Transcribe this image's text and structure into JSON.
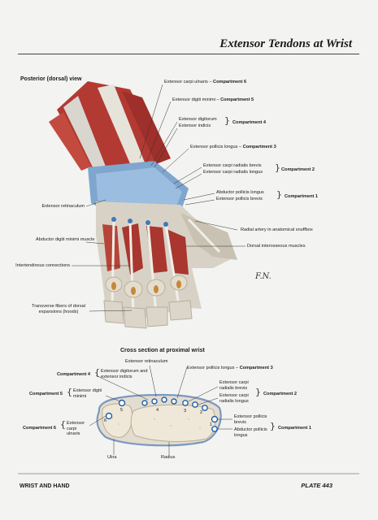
{
  "title": "Extensor Tendons at Wrist",
  "views": {
    "posterior": "Posterior (dorsal) view",
    "cross": "Cross section at proximal wrist"
  },
  "posterior_labels": {
    "ecu": "Extensor carpi ulnaris",
    "ecu_c": "Compartment 6",
    "edm": "Extensor digiti minimi",
    "edm_c": "Compartment 5",
    "ed": "Extensor digitorum",
    "ei": "Extensor indicis",
    "c4": "Compartment 4",
    "epl": "Extensor pollicis longus",
    "epl_c": "Compartment 3",
    "ecrb": "Extensor carpi radialis brevis",
    "ecrl": "Extensor carpi radialis longus",
    "c2": "Compartment 2",
    "apl": "Abductor pollicis longus",
    "epb": "Extensor pollicis brevis",
    "c1": "Compartment 1",
    "retinaculum": "Extensor retinaculum",
    "radial_artery": "Radial artery in anatomical snuffbox",
    "abd_dm": "Abductor digiti minimi muscle",
    "dorsal_io": "Dorsal interosseous muscles",
    "intertendinous": "Intertendinous connections",
    "transverse": "Transverse fibers of dorsal expansions (hoods)"
  },
  "cross_labels": {
    "retinaculum": "Extensor retinaculum",
    "epl": "Extensor pollicis longus",
    "epl_c": "Compartment 3",
    "c4": "Compartment 4",
    "ed_ei": "Extensor digitorum and extensor indicis",
    "c5": "Compartment 5",
    "edm": "Extensor digiti minimi",
    "ecrb": "Extensor carpi radialis brevis",
    "ecrl": "Extensor carpi radialis longus",
    "c2": "Compartment 2",
    "c6": "Compartment 6",
    "ecu": "Extensor carpi ulnaris",
    "epb": "Extensor pollicis brevis",
    "apl": "Abductor pollicis longus",
    "c1": "Compartment 1",
    "ulna": "Ulna",
    "radius": "Radius",
    "n6": "6",
    "n5": "5",
    "n4": "4",
    "n3": "3",
    "n2": "2",
    "n1": "1"
  },
  "footer": {
    "section": "WRIST AND HAND",
    "plate": "PLATE 443"
  }
}
